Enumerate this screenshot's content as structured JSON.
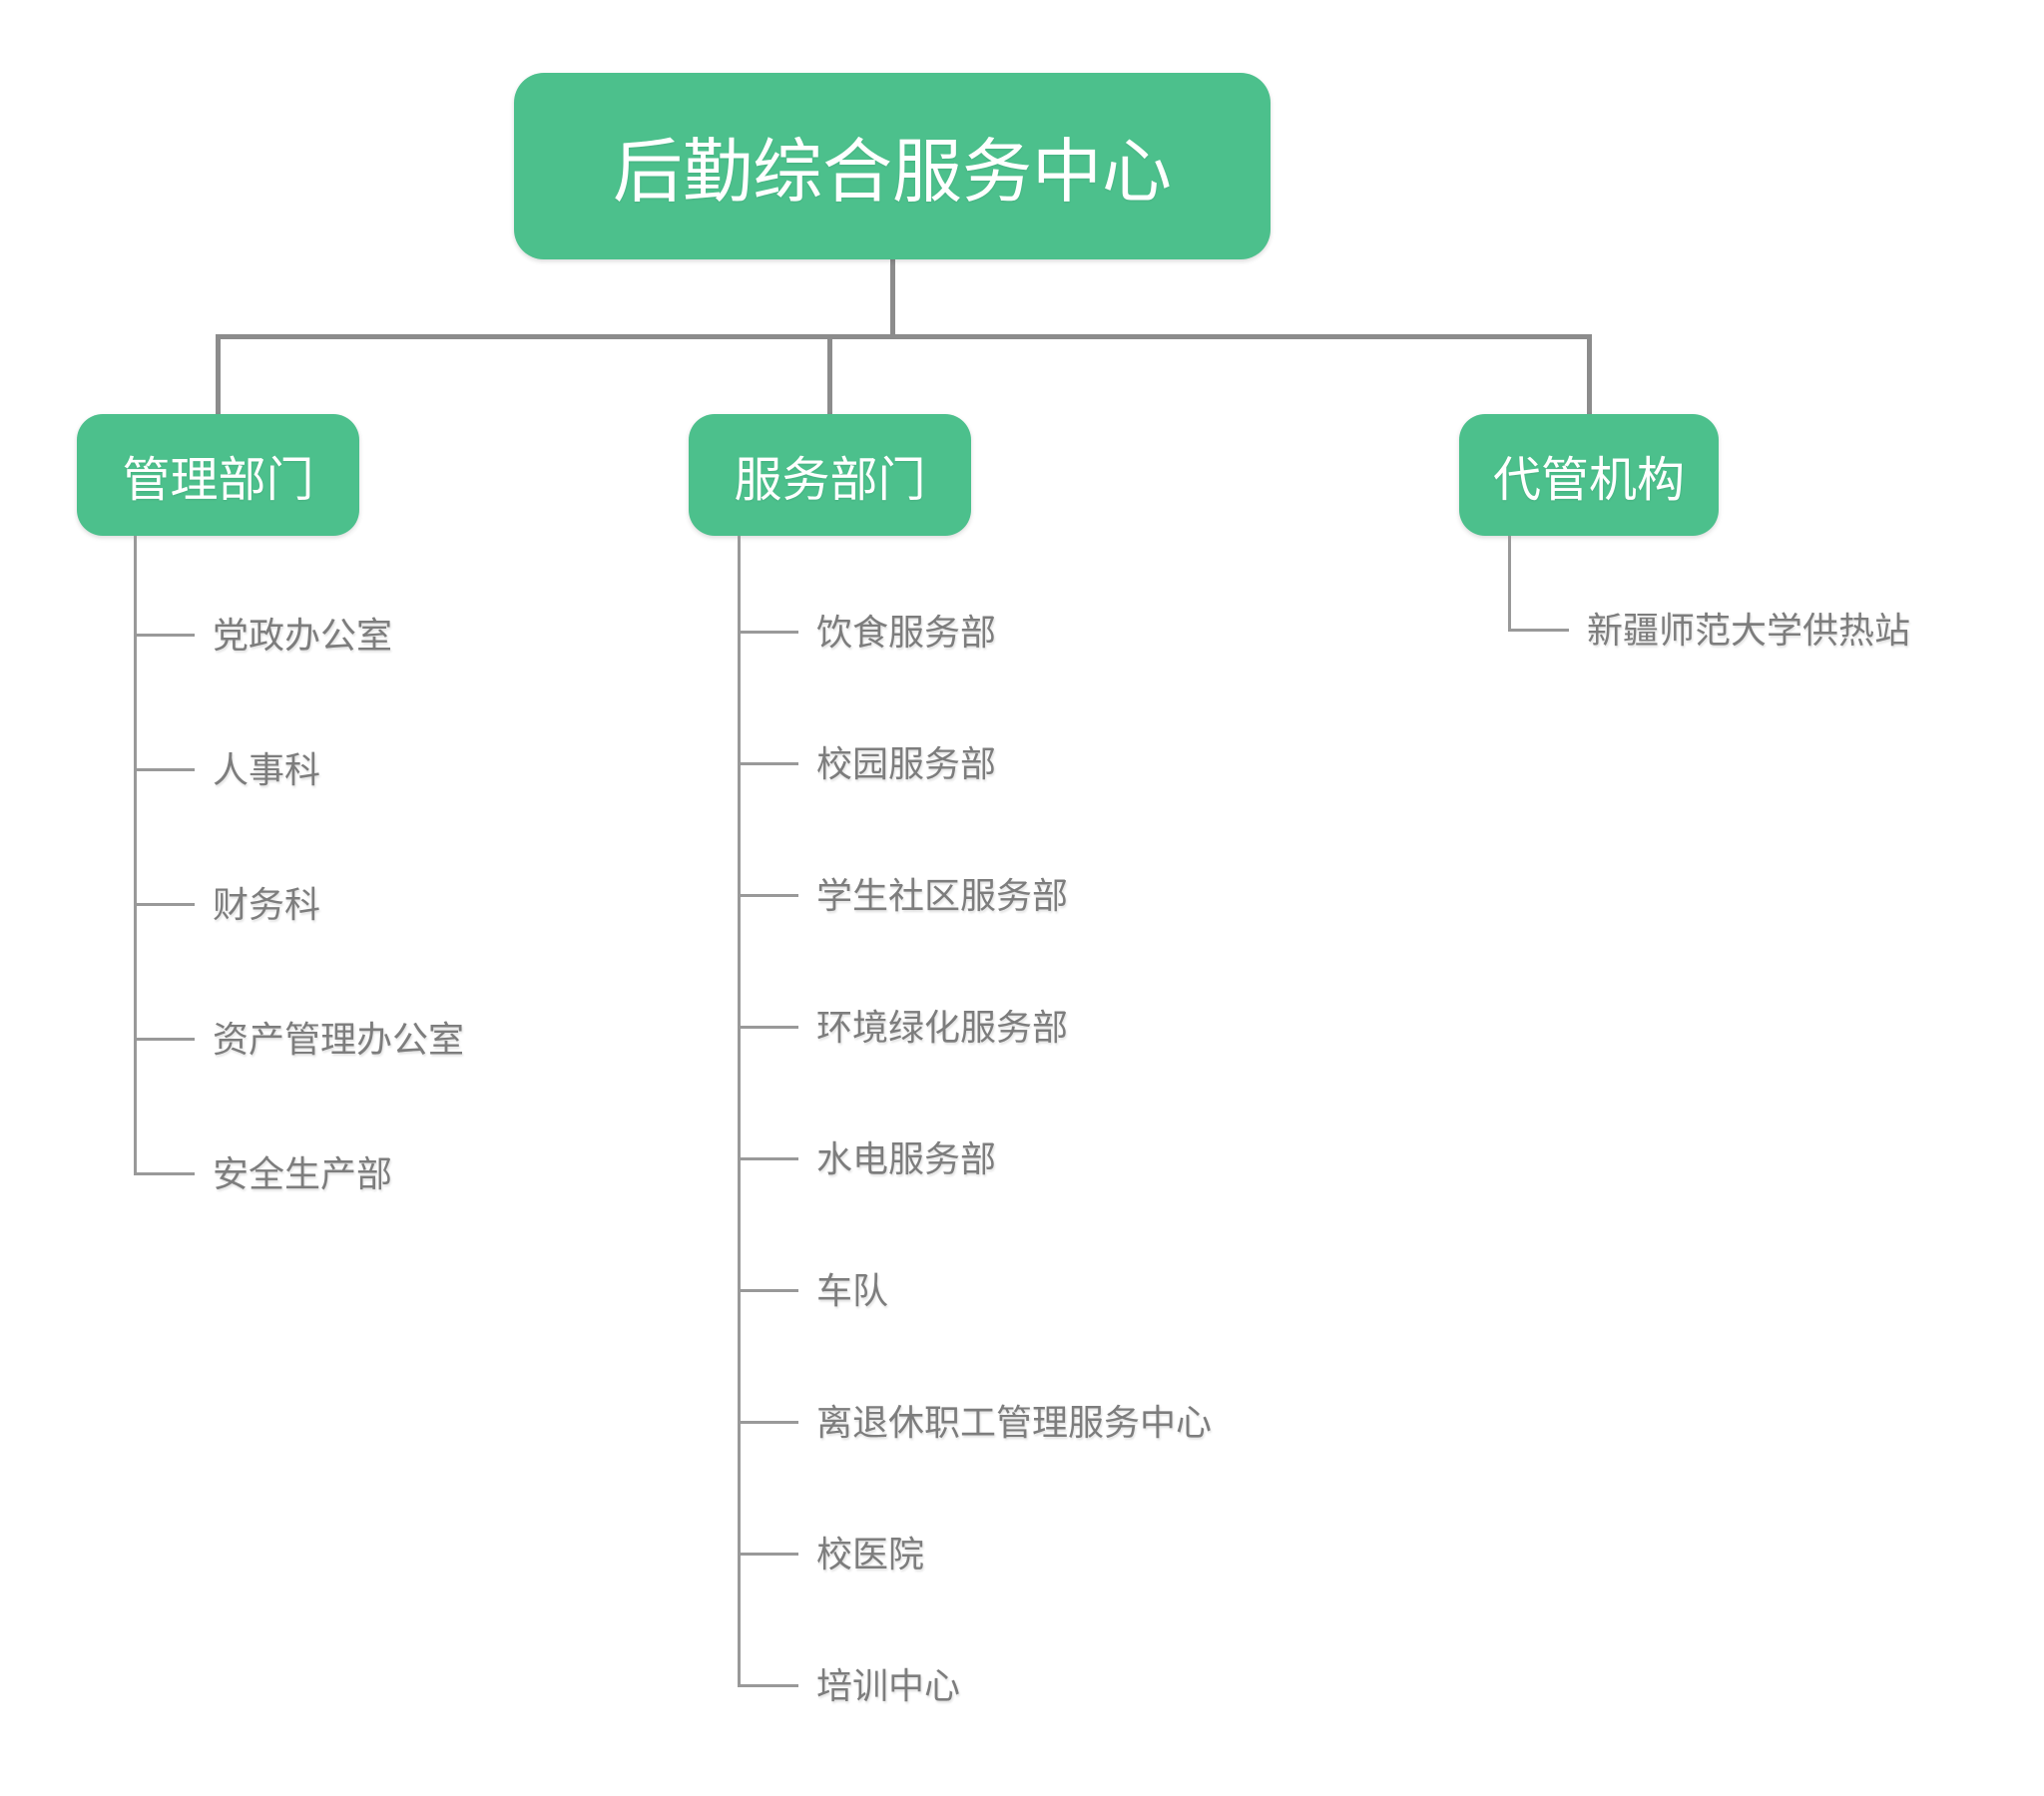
{
  "colors": {
    "background": "#ffffff",
    "node_green": "#4cc08c",
    "node_text": "#ffffff",
    "connector": "#8c8c8c",
    "child_connector": "#999999",
    "child_text": "#7d7d7d"
  },
  "root": {
    "label": "后勤综合服务中心"
  },
  "branches": [
    {
      "label": "管理部门",
      "children": [
        "党政办公室",
        "人事科",
        "财务科",
        "资产管理办公室",
        "安全生产部"
      ]
    },
    {
      "label": "服务部门",
      "children": [
        "饮食服务部",
        "校园服务部",
        "学生社区服务部",
        "环境绿化服务部",
        "水电服务部",
        "车队",
        "离退休职工管理服务中心",
        "校医院",
        "培训中心"
      ]
    },
    {
      "label": "代管机构",
      "children": [
        "新疆师范大学供热站"
      ]
    }
  ]
}
